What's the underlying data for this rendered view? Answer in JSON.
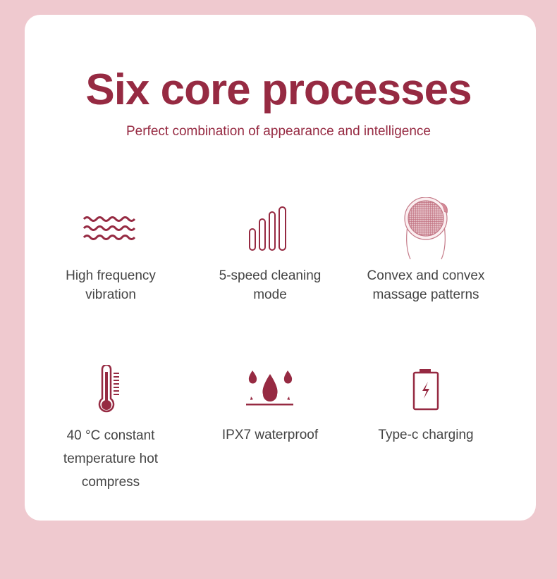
{
  "title": "Six core processes",
  "subtitle": "Perfect combination of appearance and intelligence",
  "features": [
    {
      "icon": "wave-icon",
      "label": "High frequency\nvibration"
    },
    {
      "icon": "speed-bars-icon",
      "label": "5-speed cleaning\nmode"
    },
    {
      "icon": "brush-head-icon",
      "label": "Convex and convex\nmassage patterns"
    },
    {
      "icon": "thermometer-icon",
      "label": "40 °C constant\ntemperature hot\ncompress"
    },
    {
      "icon": "water-drops-icon",
      "label": "IPX7 waterproof"
    },
    {
      "icon": "battery-icon",
      "label": "Type-c charging"
    }
  ],
  "colors": {
    "accent": "#962a42",
    "background": "#efc9cf"
  }
}
